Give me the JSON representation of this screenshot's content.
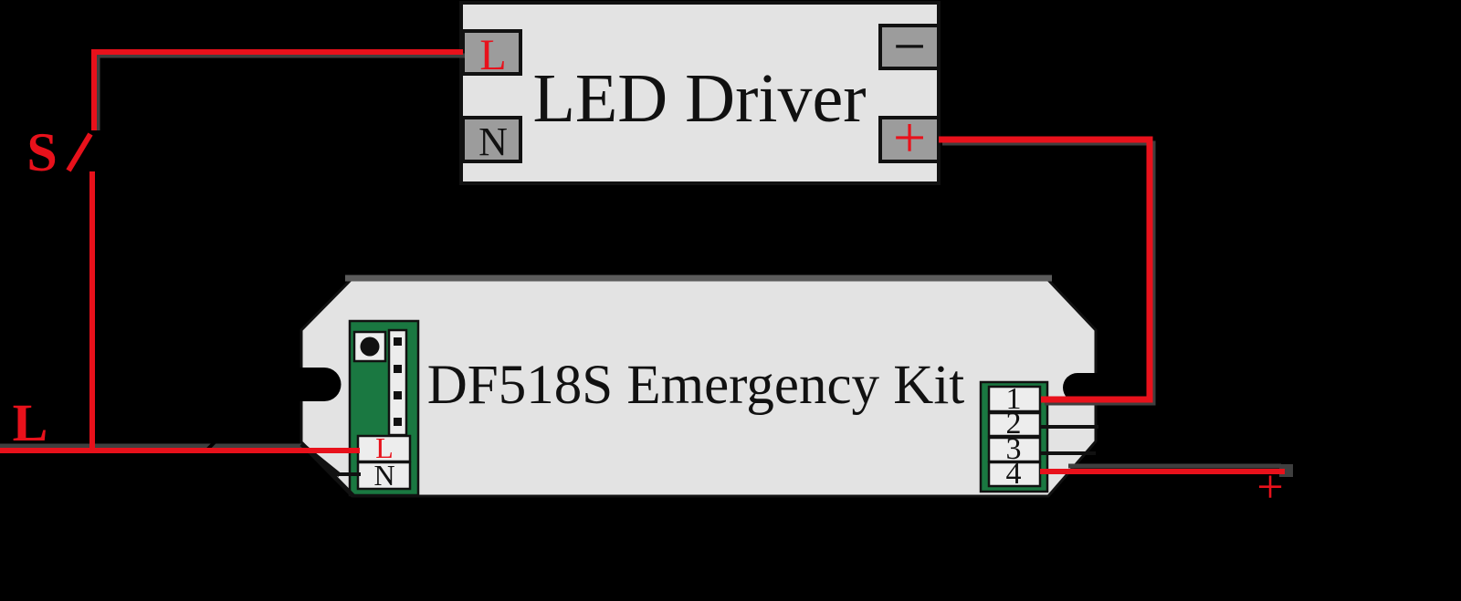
{
  "background": "#000000",
  "colors": {
    "wire_red": "#e8111b",
    "wire_shadow": "#3f3f3f",
    "body_gray": "#e3e3e3",
    "terminal_gray": "#9c9c9c",
    "pcb_green": "#1a7841",
    "outline_black": "#111111",
    "slot_white": "#ededed"
  },
  "led_driver": {
    "title": "LED Driver",
    "terminal_live": "L",
    "terminal_neutral": "N",
    "terminal_negative": "−",
    "terminal_positive": "+"
  },
  "emergency_kit": {
    "title": "DF518S Emergency Kit",
    "terminal_live": "L",
    "terminal_neutral": "N",
    "terminal_1": "1",
    "terminal_2": "2",
    "terminal_3": "3",
    "terminal_4": "4"
  },
  "labels": {
    "switch": "S",
    "line": "L",
    "output_plus": "+"
  }
}
